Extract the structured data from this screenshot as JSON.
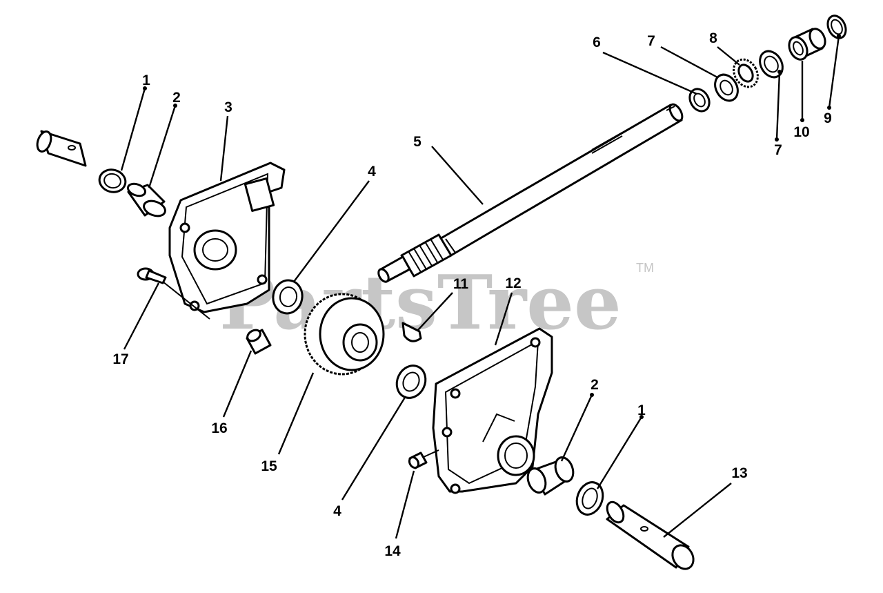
{
  "watermark": {
    "text": "PartsTree",
    "trademark": "TM"
  },
  "callouts": [
    {
      "id": "c1a",
      "label": "1"
    },
    {
      "id": "c2a",
      "label": "2"
    },
    {
      "id": "c3",
      "label": "3"
    },
    {
      "id": "c4a",
      "label": "4"
    },
    {
      "id": "c5",
      "label": "5"
    },
    {
      "id": "c6",
      "label": "6"
    },
    {
      "id": "c7a",
      "label": "7"
    },
    {
      "id": "c8",
      "label": "8"
    },
    {
      "id": "c7b",
      "label": "7"
    },
    {
      "id": "c10",
      "label": "10"
    },
    {
      "id": "c9",
      "label": "9"
    },
    {
      "id": "c11",
      "label": "11"
    },
    {
      "id": "c12",
      "label": "12"
    },
    {
      "id": "c17",
      "label": "17"
    },
    {
      "id": "c16",
      "label": "16"
    },
    {
      "id": "c15",
      "label": "15"
    },
    {
      "id": "c4b",
      "label": "4"
    },
    {
      "id": "c14",
      "label": "14"
    },
    {
      "id": "c2b",
      "label": "2"
    },
    {
      "id": "c1b",
      "label": "1"
    },
    {
      "id": "c13",
      "label": "13"
    }
  ]
}
